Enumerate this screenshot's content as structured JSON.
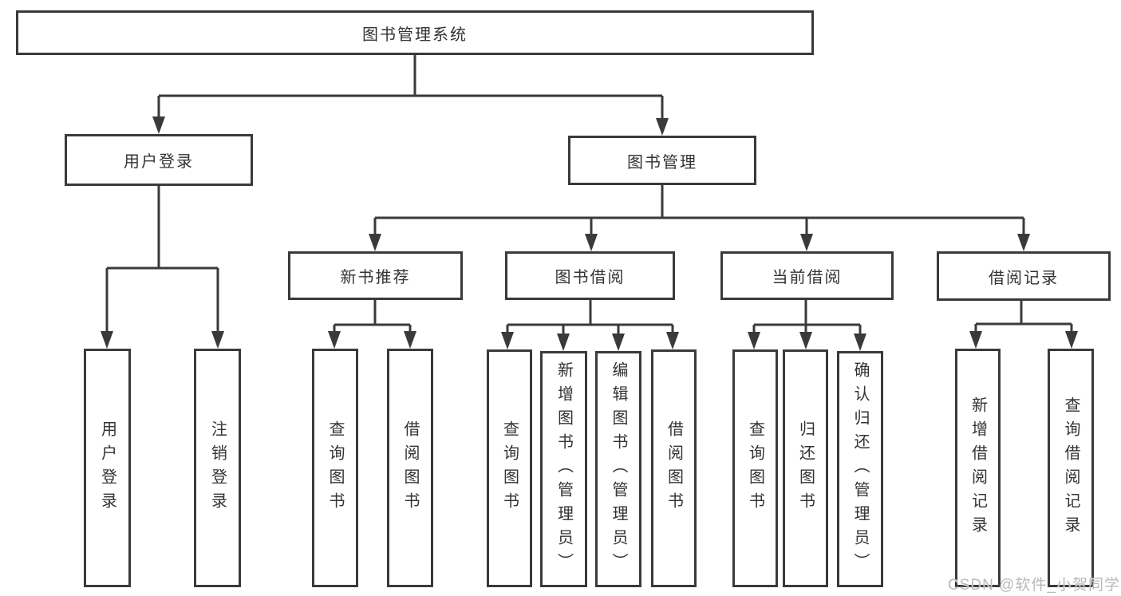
{
  "diagram": {
    "type": "tree",
    "root": {
      "label": "图书管理系统"
    },
    "branches": {
      "user_login": {
        "label": "用户登录",
        "children": [
          {
            "label": "用户登录"
          },
          {
            "label": "注销登录"
          }
        ]
      },
      "book_mgmt": {
        "label": "图书管理",
        "children": [
          {
            "label": "新书推荐",
            "children": [
              {
                "label": "查询图书"
              },
              {
                "label": "借阅图书"
              }
            ]
          },
          {
            "label": "图书借阅",
            "children": [
              {
                "label": "查询图书"
              },
              {
                "label": "新增图书（管理员）"
              },
              {
                "label": "编辑图书（管理员）"
              },
              {
                "label": "借阅图书"
              }
            ]
          },
          {
            "label": "当前借阅",
            "children": [
              {
                "label": "查询图书"
              },
              {
                "label": "归还图书"
              },
              {
                "label": "确认归还（管理员）"
              }
            ]
          },
          {
            "label": "借阅记录",
            "children": [
              {
                "label": "新增借阅记录"
              },
              {
                "label": "查询借阅记录"
              }
            ]
          }
        ]
      }
    }
  },
  "watermark": {
    "text": "CSDN @软件_小贺同学"
  },
  "colors": {
    "line": "#3a3a3a",
    "text": "#333333",
    "watermark": "#b9b9b9",
    "background": "#ffffff"
  }
}
